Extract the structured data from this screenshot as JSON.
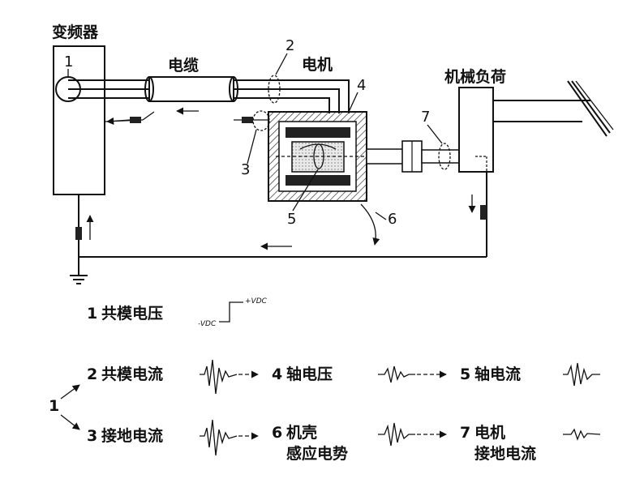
{
  "labels": {
    "inverter": "变频器",
    "cable": "电缆",
    "motor": "电机",
    "load": "机械负荷"
  },
  "callouts": {
    "n1": "1",
    "n2": "2",
    "n3": "3",
    "n4": "4",
    "n5": "5",
    "n6": "6",
    "n7": "7"
  },
  "legend": {
    "item1": {
      "num": "1",
      "text": "共模电压",
      "vdc_pos": "+VDC",
      "vdc_neg": "-VDC"
    },
    "item2": {
      "num": "2",
      "text": "共模电流"
    },
    "item3": {
      "num": "3",
      "text": "接地电流"
    },
    "item4": {
      "num": "4",
      "text": "轴电压"
    },
    "item5": {
      "num": "5",
      "text": "轴电流"
    },
    "item6": {
      "num": "6",
      "text_line1": "机壳",
      "text_line2": "感应电势"
    },
    "item7": {
      "num": "7",
      "text_line1": "电机",
      "text_line2": "接地电流"
    },
    "source": "1"
  }
}
